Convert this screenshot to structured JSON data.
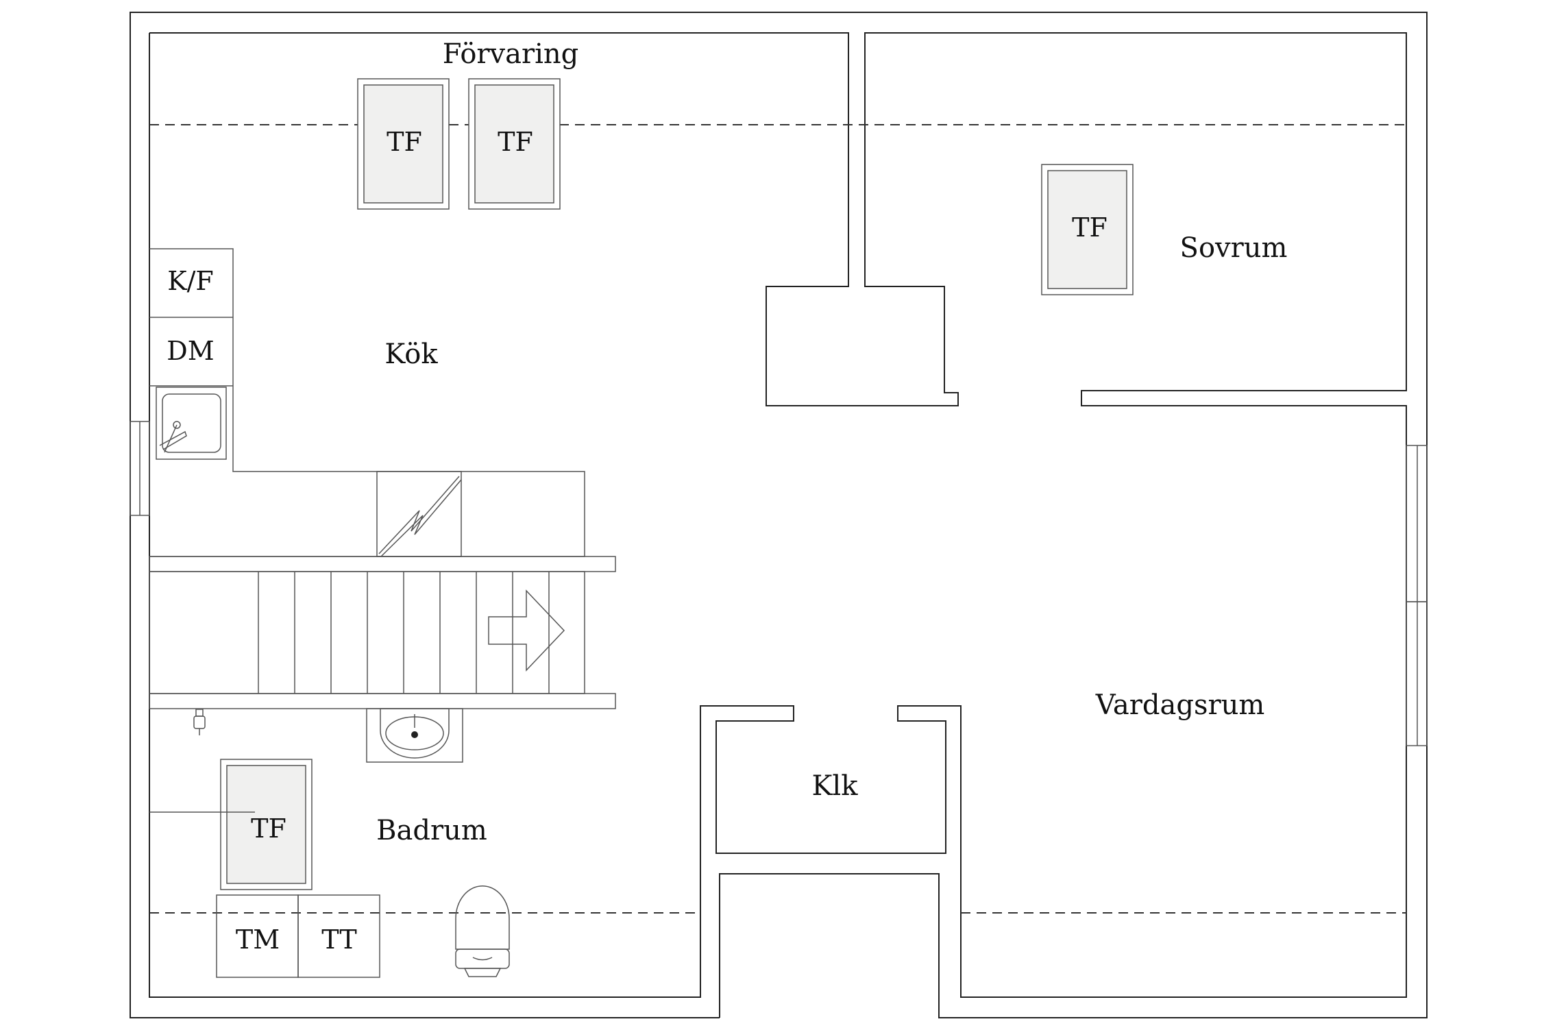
{
  "rooms": {
    "storage": "Förvaring",
    "kitchen": "Kök",
    "bedroom": "Sovrum",
    "living_room": "Vardagsrum",
    "closet": "Klk",
    "bathroom": "Badrum"
  },
  "fixtures": {
    "fridge_freezer": "K/F",
    "dishwasher": "DM",
    "washing_machine": "TM",
    "dryer": "TT"
  },
  "skylights": [
    "TF",
    "TF",
    "TF",
    "TF"
  ],
  "icons": [
    "sink-icon",
    "washbasin-icon",
    "toilet-icon",
    "chimney-icon",
    "stair-direction-arrow-icon",
    "faucet-icon"
  ],
  "colors": {
    "wall": "#222222",
    "skylight_fill": "#f0f0ef",
    "background": "#ffffff"
  }
}
